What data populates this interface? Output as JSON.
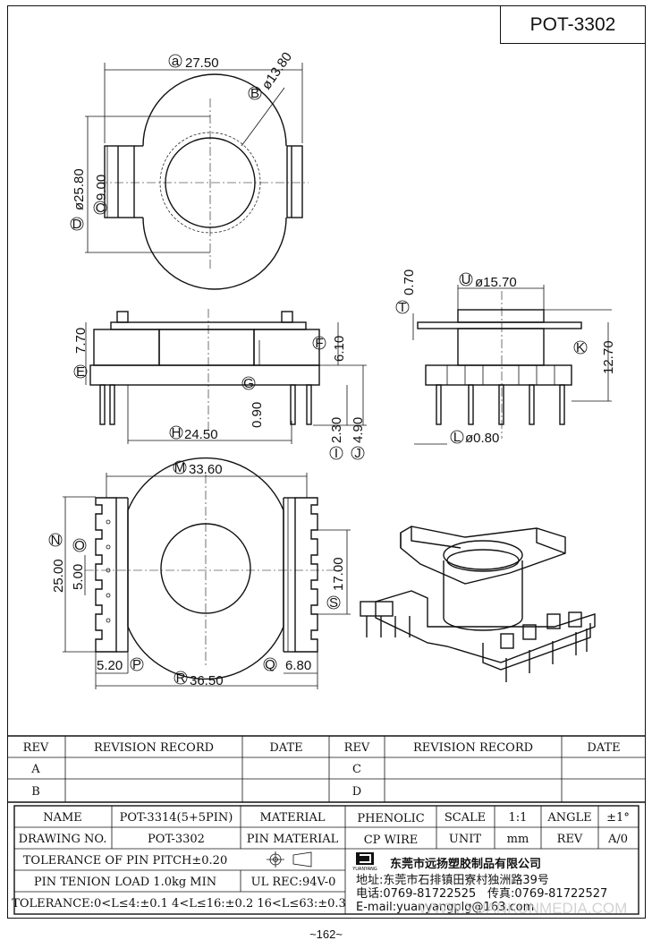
{
  "title": "POT-3302",
  "page_number": "~162~",
  "watermark": "WWW.YUANKUNMEDIA.COM",
  "dims": {
    "a": "27.50",
    "b": "ø13.80",
    "c": "9.00",
    "d": "ø25.80",
    "e": "7.70",
    "f": "6.10",
    "g": "0.90",
    "h": "24.50",
    "i": "2.30",
    "j": "4.90",
    "t": "0.70",
    "u": "ø15.70",
    "k": "12.70",
    "l": "ø0.80",
    "m": "33.60",
    "n": "25.00",
    "o": "5.00",
    "s": "17.00",
    "p": "5.20",
    "q": "6.80",
    "r": "36.50"
  },
  "letters": {
    "a": "a",
    "b": "B",
    "c": "C",
    "d": "D",
    "e": "E",
    "f": "F",
    "g": "G",
    "h": "H",
    "i": "I",
    "j": "J",
    "t": "T",
    "u": "U",
    "k": "K",
    "l": "L",
    "m": "M",
    "n": "N",
    "o": "O",
    "s": "S",
    "p": "P",
    "q": "Q",
    "r": "R"
  },
  "revision": {
    "headers": [
      "REV",
      "REVISION RECORD",
      "DATE",
      "REV",
      "REVISION RECORD",
      "DATE"
    ],
    "rows": [
      [
        "A",
        "",
        "",
        "C",
        "",
        ""
      ],
      [
        "B",
        "",
        "",
        "D",
        "",
        ""
      ]
    ]
  },
  "info": {
    "name_label": "NAME",
    "name_value": "POT-3314(5+5PIN)",
    "material_label": "MATERIAL",
    "material_value": "PHENOLIC",
    "scale_label": "SCALE",
    "scale_value": "1:1",
    "angle_label": "ANGLE",
    "angle_value": "±1°",
    "drawing_label": "DRAWING NO.",
    "drawing_value": "POT-3302",
    "pin_material_label": "PIN MATERIAL",
    "pin_material_value": "CP WIRE",
    "unit_label": "UNIT",
    "unit_value": "mm",
    "rev_label": "REV",
    "rev_value": "A/0",
    "tol_pitch": "TOLERANCE OF PIN PITCH±0.20",
    "pin_load": "PIN TENION LOAD 1.0kg MIN",
    "ul_rec": "UL REC:94V-0",
    "tolerance": "TOLERANCE:0<L≤4:±0.1  4<L≤16:±0.2  16<L≤63:±0.3",
    "company": "东莞市远扬塑胶制品有限公司",
    "logo_text": "YUANYANG",
    "address": "地址:东莞市石排镇田寮村独洲路39号",
    "phone": "电话:0769-81722525",
    "fax": "传真:0769-81722527",
    "email": "E-mail:yuanyangplg@163.com"
  }
}
